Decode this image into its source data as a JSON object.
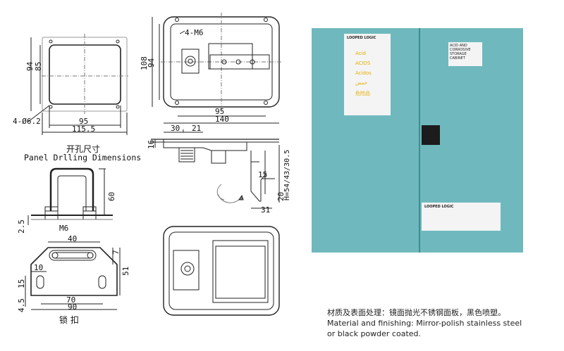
{
  "cutout": {
    "dims": {
      "h1": "94",
      "h2": "85",
      "w1": "95",
      "w2": "115.5",
      "holes": "4-Ø6.2"
    },
    "title_cn": "开孔尺寸",
    "title_en": "Panel Drlling Dimensions"
  },
  "front": {
    "dims": {
      "bolts": "4-M6",
      "h1": "108",
      "h2": "94",
      "w1": "95",
      "w2": "140"
    }
  },
  "side": {
    "dims": {
      "a": "30",
      "b": "21",
      "c": "16",
      "d": "15",
      "e": "H=54/43/30.5",
      "f": "20",
      "g": "31"
    }
  },
  "ubolt": {
    "dims": {
      "h": "60",
      "t": "2.5",
      "thread": "M6"
    }
  },
  "bracket": {
    "dims": {
      "a": "40",
      "b": "7",
      "c": "10",
      "d": "51",
      "e": "15",
      "f": "4.5",
      "g": "70",
      "h": "90"
    },
    "title_cn": "锁 扣"
  },
  "photo": {
    "brand": "LOOPED LOGIC",
    "warning_lines": [
      "Acid",
      "ACIDS",
      "Acidos",
      "حمض",
      "危险品"
    ],
    "side_label": "ACID AND CORROSIVE STORAGE CABINET",
    "bottom_label": "LOOPED LOGIC",
    "colors": {
      "cabinet": "#6fb9be",
      "handle": "#1c1c1c",
      "background": "#ffffff",
      "warning_text": "#e6b000"
    }
  },
  "caption": {
    "cn": "材质及表面处理：镜面抛光不锈钢面板，黑色喷塑。",
    "en1": "Material and finishing: Mirror-polish stainless steel",
    "en2": "or black powder coated."
  }
}
